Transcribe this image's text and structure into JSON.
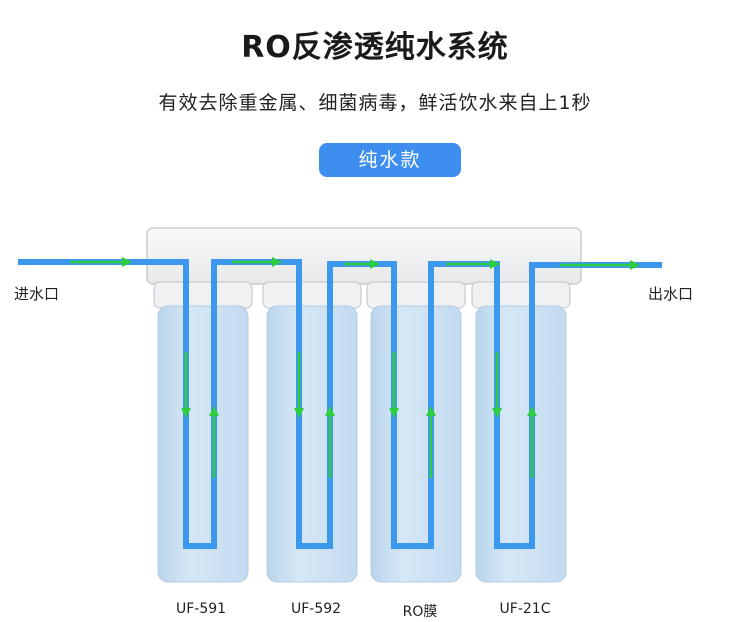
{
  "title": "RO反渗透纯水系统",
  "subtitle": "有效去除重金属、细菌病毒，鲜活饮水来自上1秒",
  "badge": "纯水款",
  "inlet_label": "进水口",
  "outlet_label": "出水口",
  "filters": [
    {
      "label": "UF-591"
    },
    {
      "label": "UF-592"
    },
    {
      "label": "RO膜"
    },
    {
      "label": "UF-21C"
    }
  ],
  "colors": {
    "badge": "#3e8ef0",
    "pipe": "#3b98ec",
    "arrow": "#2ecc40",
    "housing_top": "#f4f5f6",
    "housing_stroke": "#c9ccd0",
    "canister": "#c6ddf0",
    "cap": "#f0f1f3"
  }
}
